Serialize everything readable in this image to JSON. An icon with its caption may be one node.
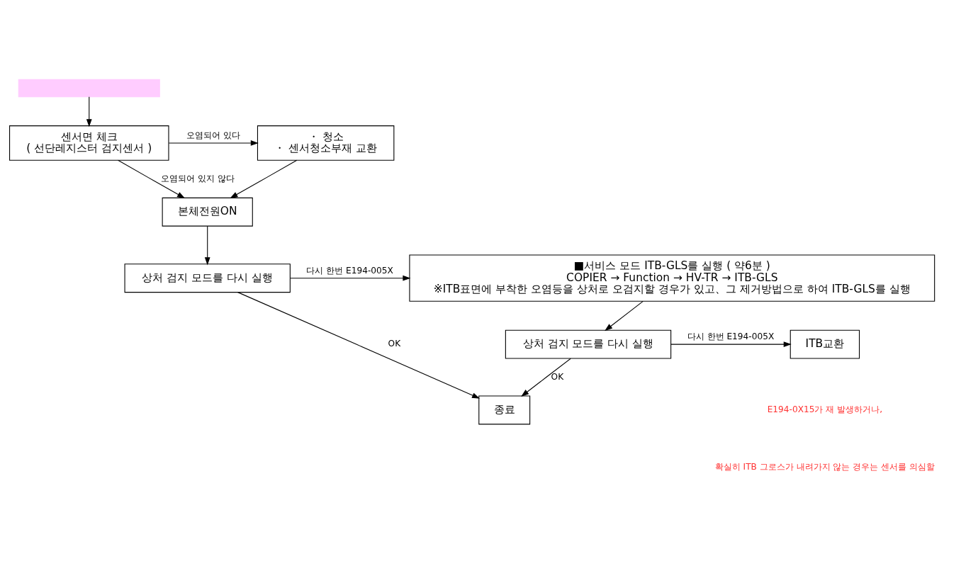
{
  "diagram": {
    "nodes": [
      {
        "text": [],
        "shape": "box"
      },
      {
        "text": [
          "센서면 체크",
          "( 선단레지스터 검지센서 )"
        ]
      },
      {
        "text": [
          "・ 청소",
          "・ 센서청소부재 교환"
        ]
      },
      {
        "text": [
          "본체전원ON"
        ]
      },
      {
        "text": [
          "상처 검지 모드를 다시 실행"
        ]
      },
      {
        "text": [
          "■서비스 모드 ITB-GLS를 실행 ( 약6분 )",
          "COPIER → Function → HV-TR → ITB-GLS",
          "※ITB표면에 부착한 오염등을 상처로 오검지할 경우가 있고、그 제거방법으로 하여 ITB-GLS를 실행"
        ]
      },
      {
        "text": [
          "상처 검지 모드를 다시 실행"
        ]
      },
      {
        "text": [
          "ITB교환"
        ]
      },
      {
        "text": [
          "종료"
        ]
      }
    ],
    "edges": [
      {
        "from": 0,
        "to": 1,
        "arrow": "to"
      },
      {
        "from": 1,
        "to": 2,
        "arrow": "to",
        "label": "오염되어 있다"
      },
      {
        "from": 1,
        "to": 3,
        "arrow": "to",
        "label": "오염되어 있지 않다"
      },
      {
        "from": 2,
        "to": 3,
        "arrow": "to"
      },
      {
        "from": 3,
        "to": 4,
        "arrow": "to"
      },
      {
        "from": 4,
        "to": 5,
        "arrow": "to",
        "label": "다시 한번 E194-005X"
      },
      {
        "from": 4,
        "to": 8,
        "arrow": "to",
        "label": "OK"
      },
      {
        "from": 5,
        "to": 6,
        "arrow": "to"
      },
      {
        "from": 6,
        "to": 7,
        "arrow": "to",
        "label": "다시 한번 E194-005X"
      },
      {
        "from": 6,
        "to": 8,
        "arrow": "to",
        "label": "OK"
      }
    ],
    "labels": [
      "E194-0X15가 재 발생하거나,",
      "확실히 ITB 그로스가 내려가지 않는 경우는 센서를 의심할"
    ]
  }
}
